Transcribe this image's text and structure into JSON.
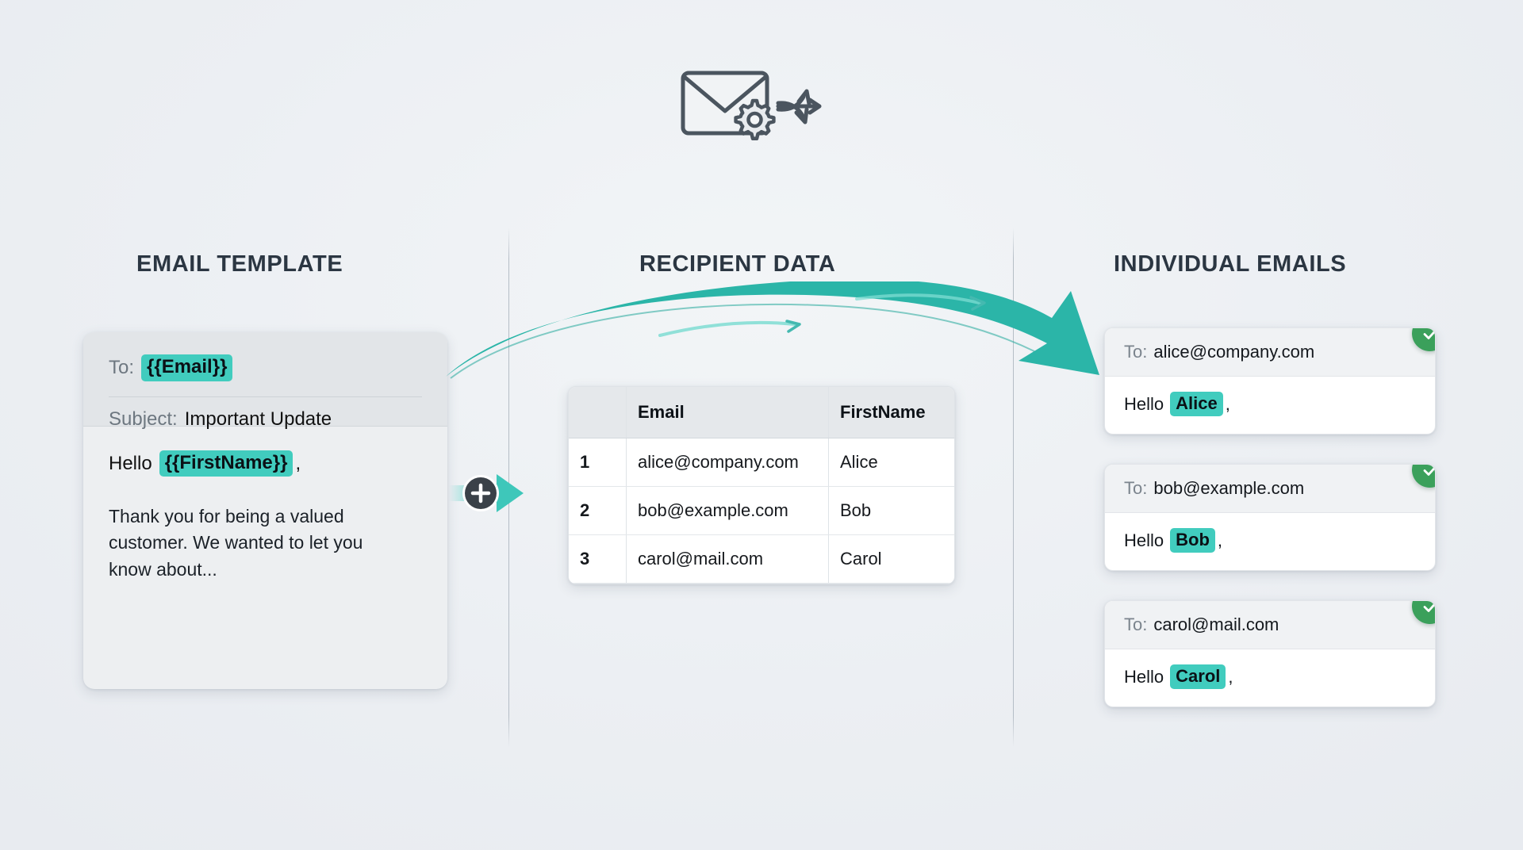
{
  "hero": {
    "icon": "envelope-gear-distribute-icon"
  },
  "colors": {
    "accent_teal": "#41ccbe",
    "arrow_teal": "#28b2a6",
    "success_green": "#3ba05b",
    "title_color": "#2b3642",
    "background": "#eef1f4"
  },
  "columns": {
    "template_title": "EMAIL TEMPLATE",
    "data_title": "RECIPIENT DATA",
    "emails_title": "INDIVIDUAL EMAILS"
  },
  "template_card": {
    "to_label": "To:",
    "to_token": "{{Email}}",
    "subject_label": "Subject:",
    "subject_value": "Important Update",
    "greeting_label": "Hello",
    "greeting_token": "{{FirstName}}",
    "greeting_comma": ",",
    "body_text": "Thank you for being a valued customer. We wanted to let you know about..."
  },
  "merge_connector": {
    "symbol": "+",
    "name": "merge-plus-icon"
  },
  "recipient_table": {
    "columns": [
      "",
      "Email",
      "FirstName"
    ],
    "rows": [
      {
        "index": "1",
        "email": "alice@company.com",
        "first_name": "Alice"
      },
      {
        "index": "2",
        "email": "bob@example.com",
        "first_name": "Bob"
      },
      {
        "index": "3",
        "email": "carol@mail.com",
        "first_name": "Carol"
      }
    ]
  },
  "output_emails": [
    {
      "to_label": "To:",
      "to_value": "alice@company.com",
      "greeting": "Hello",
      "name": "Alice",
      "comma": ",",
      "status": "sent"
    },
    {
      "to_label": "To:",
      "to_value": "bob@example.com",
      "greeting": "Hello",
      "name": "Bob",
      "comma": ",",
      "status": "sent"
    },
    {
      "to_label": "To:",
      "to_value": "carol@mail.com",
      "greeting": "Hello",
      "name": "Carol",
      "comma": ",",
      "status": "sent"
    }
  ]
}
